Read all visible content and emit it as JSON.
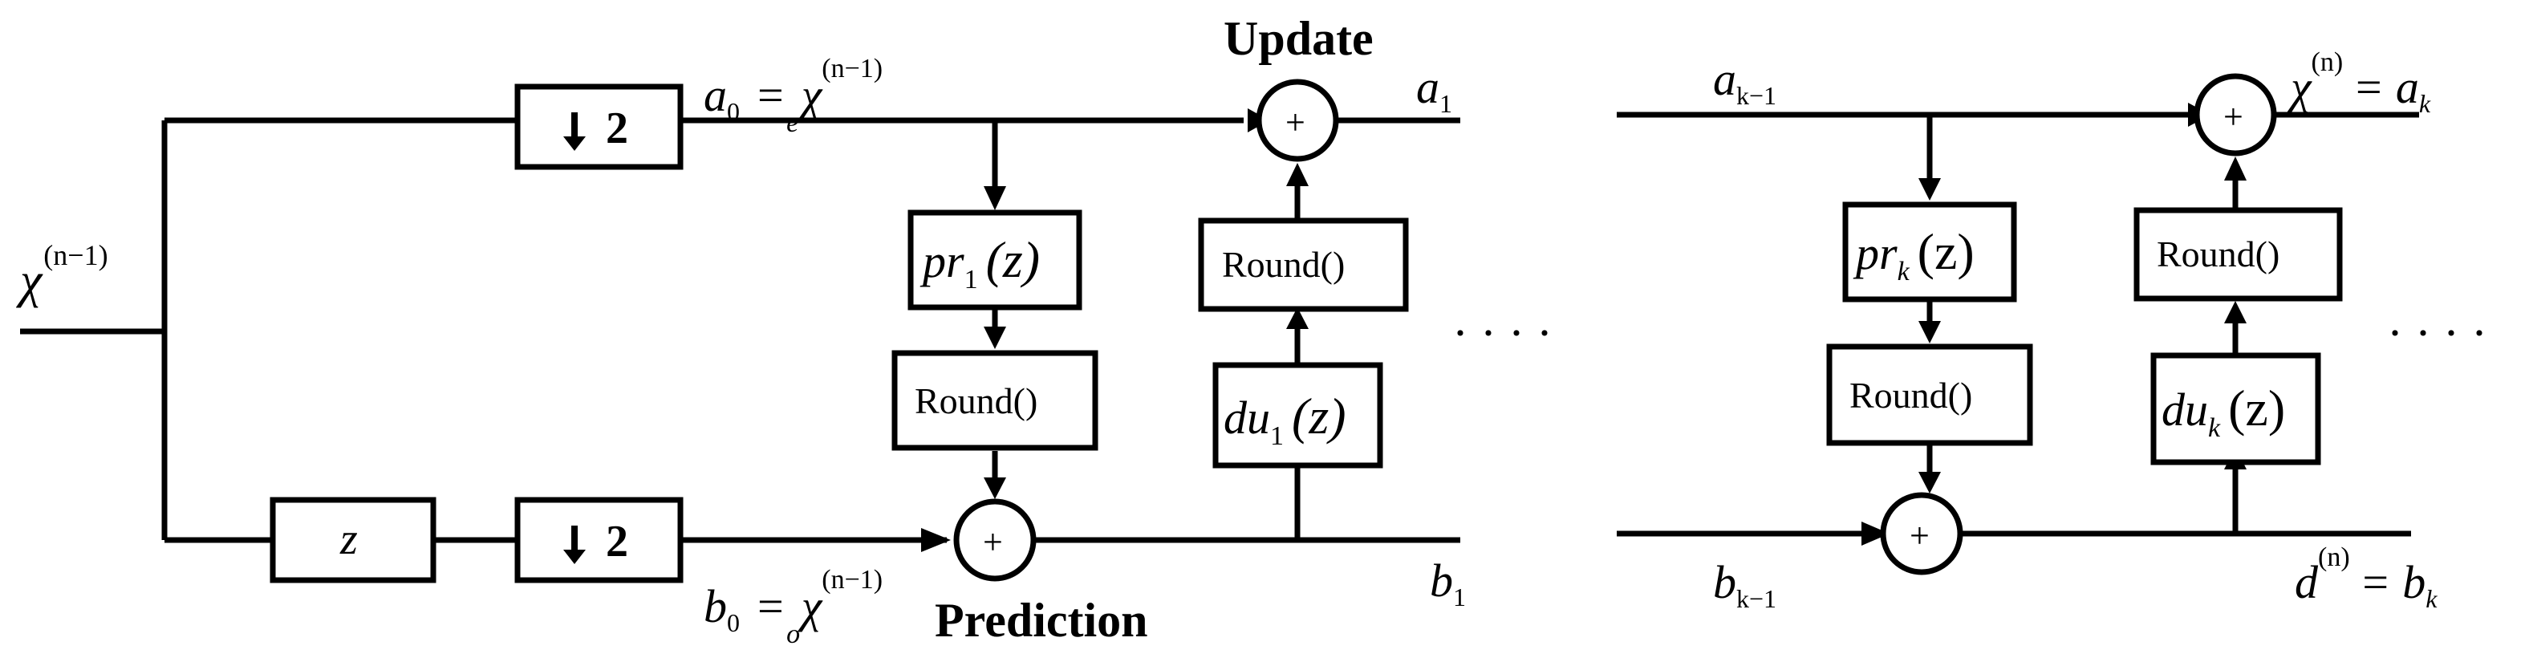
{
  "blocks": {
    "z_delay": "z",
    "downsample_a": "2",
    "downsample_b": "2",
    "round_pr1": "Round()",
    "round_du1": "Round()",
    "round_prk": "Round()",
    "round_duk": "Round()",
    "sum_symbol": "+"
  },
  "labels": {
    "input_chi": "χ",
    "input_sup": "(n−1)",
    "update_title": "Update",
    "prediction_title": "Prediction",
    "a0_lhs": "a",
    "a0_sub": "0",
    "a0_eq": "=",
    "a0_chi": "χ",
    "a0_chi_sup": "(n−1)",
    "a0_chi_sub": "e",
    "b0_lhs": "b",
    "b0_sub": "0",
    "b0_eq": "=",
    "b0_chi": "χ",
    "b0_chi_sup": "(n−1)",
    "b0_chi_sub": "o",
    "a1": "a",
    "a1_sub": "1",
    "b1": "b",
    "b1_sub": "1",
    "pr1_base": "pr",
    "pr1_sub": "1",
    "pr1_arg": "(z)",
    "du1_base": "du",
    "du1_sub": "1",
    "du1_arg": "(z)",
    "dots_mid": "· · · ·",
    "dots_right": "· · · ·",
    "ak1": "a",
    "ak1_sub": "k−1",
    "bk1": "b",
    "bk1_sub": "k−1",
    "chin": "χ",
    "chin_sup": "(n)",
    "chin_eq": "= a",
    "chin_sub": "k",
    "dn": "d",
    "dn_sup": "(n)",
    "dn_eq": "= b",
    "dn_sub": "k",
    "prk_base": "pr",
    "prk_sub": "k",
    "prk_arg": "(z)",
    "duk_base": "du",
    "duk_sub": "k",
    "duk_arg": "(z)"
  }
}
